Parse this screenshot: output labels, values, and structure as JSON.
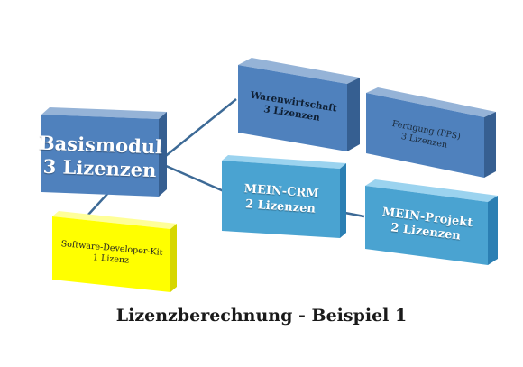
{
  "caption": "Lizenzberechnung - Beispiel 1",
  "colors": {
    "dark_blue": "#4f81bd",
    "light_blue": "#4aa3d1",
    "yellow": "#ffff00",
    "connector": "#3d6a96"
  },
  "nodes": {
    "basismodul": {
      "line1": "Basismodul",
      "line2": "3 Lizenzen"
    },
    "warenwirtschaft": {
      "line1": "Warenwirtschaft",
      "line2": "3 Lizenzen"
    },
    "fertigung": {
      "line1": "Fertigung (PPS)",
      "line2": "3 Lizenzen"
    },
    "mein_crm": {
      "line1": "MEIN-CRM",
      "line2": "2 Lizenzen"
    },
    "mein_projekt": {
      "line1": "MEIN-Projekt",
      "line2": "2 Lizenzen"
    },
    "sdk": {
      "line1": "Software-Developer-Kit",
      "line2": "1 Lizenz"
    }
  },
  "edges": [
    {
      "from": "basismodul",
      "to": "warenwirtschaft"
    },
    {
      "from": "basismodul",
      "to": "mein_crm"
    },
    {
      "from": "basismodul",
      "to": "sdk"
    },
    {
      "from": "mein_crm",
      "to": "mein_projekt"
    }
  ]
}
